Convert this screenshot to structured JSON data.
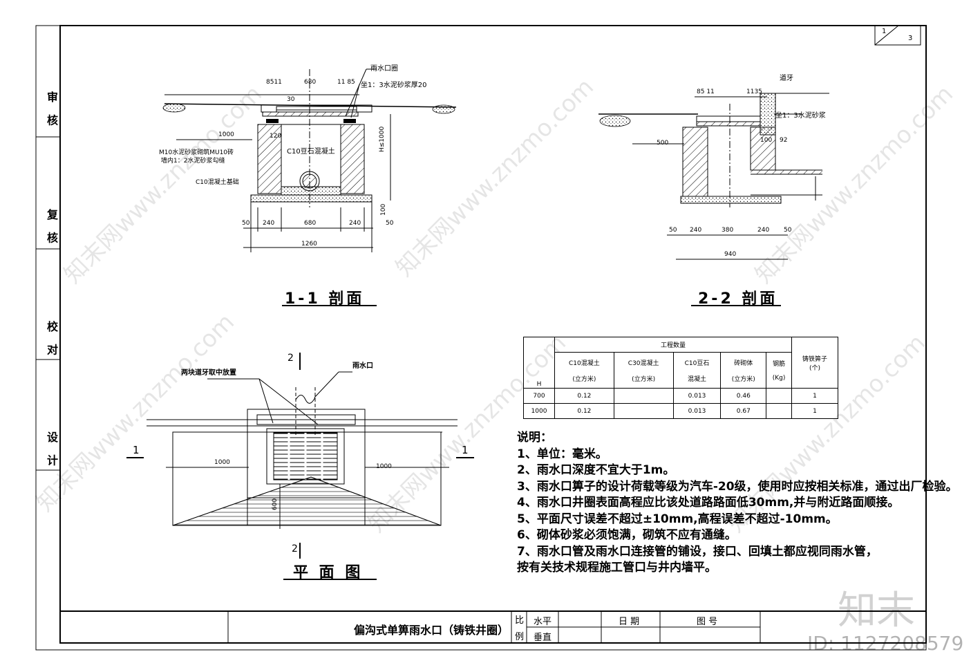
{
  "sheet": {
    "num": "1",
    "total": "3"
  },
  "sidebar": [
    "审 核",
    "复 核",
    "校 对",
    "设 计"
  ],
  "section11": {
    "title": "1-1 剖面",
    "label_grate": "雨水口圈",
    "label_mortar": "坐1：3水泥砂浆厚20",
    "label_wall": "M10水泥砂浆砌筑MU10砖",
    "label_wall2": "墙内1：2水泥砂浆勾缝",
    "label_base": "C10混凝土基础",
    "label_fill": "C10豆石混凝土",
    "dim_top_left": "8511",
    "dim_top_mid": "680",
    "dim_top_right": "11 85",
    "dim_30": "30",
    "dim_1000": "1000",
    "dim_120": "120",
    "dim_h": "H≤1000",
    "dim_100": "100",
    "dim_50r": "50",
    "dim_bottom": [
      "50",
      "240",
      "680",
      "240"
    ],
    "dim_total": "1260"
  },
  "section22": {
    "title": "2-2 剖面",
    "label_curb": "道牙",
    "label_mortar": "坐1：3水泥砂浆",
    "dim_top": "85 11",
    "dim_top_right": "1135",
    "dim_500": "500",
    "dim_100": "100",
    "dim_92": "92",
    "dim_bottom": [
      "50",
      "240",
      "380",
      "240",
      "50"
    ],
    "dim_total": "940"
  },
  "plan": {
    "title": "平 面 图",
    "label_curb": "两块道牙取中放置",
    "label_inlet": "雨水口",
    "cut1": "1",
    "cut2": "2",
    "dim_1000_left": "1000",
    "dim_1000_right": "1000",
    "dim_600": "600"
  },
  "quantity_table": {
    "group_header": "工程数量",
    "headers": [
      "C10混凝土",
      "C30混凝土",
      "C10豆石",
      "砖砌体",
      "钢筋",
      "铸铁箅子"
    ],
    "units": [
      "H",
      "(立方米)",
      "(立方米)",
      "混凝土",
      "(立方米)",
      "(Kg)",
      "(个)"
    ],
    "rows": [
      [
        "700",
        "0.12",
        "",
        "0.013",
        "0.46",
        "",
        "1"
      ],
      [
        "1000",
        "0.12",
        "",
        "0.013",
        "0.67",
        "",
        "1"
      ]
    ]
  },
  "notes": {
    "heading": "说明：",
    "items": [
      "1、单位：毫米。",
      "2、雨水口深度不宜大于1m。",
      "3、雨水口箅子的设计荷载等级为汽车-20级，使用时应按相关标准，通过出厂检验。",
      "4、雨水口井圈表面高程应比该处道路路面低30mm,并与附近路面顺接。",
      "5、平面尺寸误差不超过±10mm,高程误差不超过-10mm。",
      "6、砌体砂浆必须饱满，砌筑不应有通缝。",
      "7、雨水口管及雨水口连接管的铺设，接口、回填土都应视同雨水管，",
      "    按有关技术规程施工管口与井内墙平。"
    ]
  },
  "title_block": {
    "drawing_name": "偏沟式单箅雨水口（铸铁井圈）",
    "scale_label_1": "比",
    "scale_label_2": "例",
    "horizontal": "水平",
    "vertical": "垂直",
    "date": "日 期",
    "drawing_no": "图 号"
  },
  "watermark": {
    "brand": "知末",
    "id": "ID: 1127208579",
    "site": "知末网www.znzmo.com"
  }
}
